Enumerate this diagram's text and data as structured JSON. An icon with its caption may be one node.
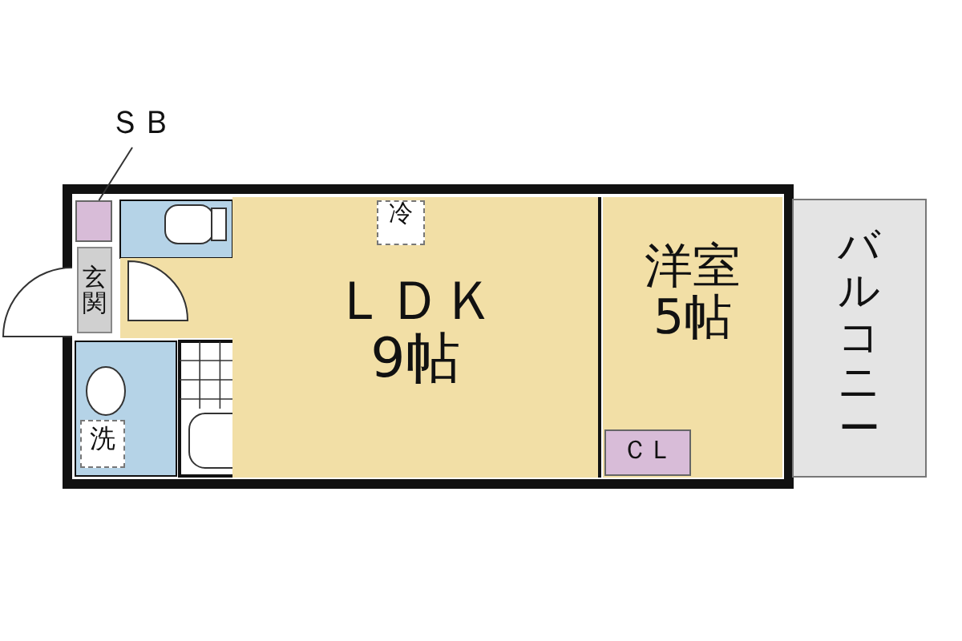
{
  "diagram": {
    "nodes": [
      {
        "text": [
          "ＳＢ"
        ]
      },
      {
        "text": [],
        "shape": "box"
      },
      {
        "text": [
          "玄関"
        ]
      },
      {
        "text": [
          "ＬＤＫ",
          "9帖"
        ]
      },
      {
        "text": [
          "冷"
        ],
        "in": 3
      },
      {
        "text": [
          "洋室",
          "5帖"
        ]
      },
      {
        "text": [
          "ＣＬ"
        ],
        "in": 5
      },
      {
        "text": [
          "洗"
        ]
      },
      {
        "text": [
          "バルコニー"
        ]
      }
    ],
    "edges": [
      {
        "from": 0,
        "to": 1,
        "arrow": "none"
      }
    ]
  }
}
